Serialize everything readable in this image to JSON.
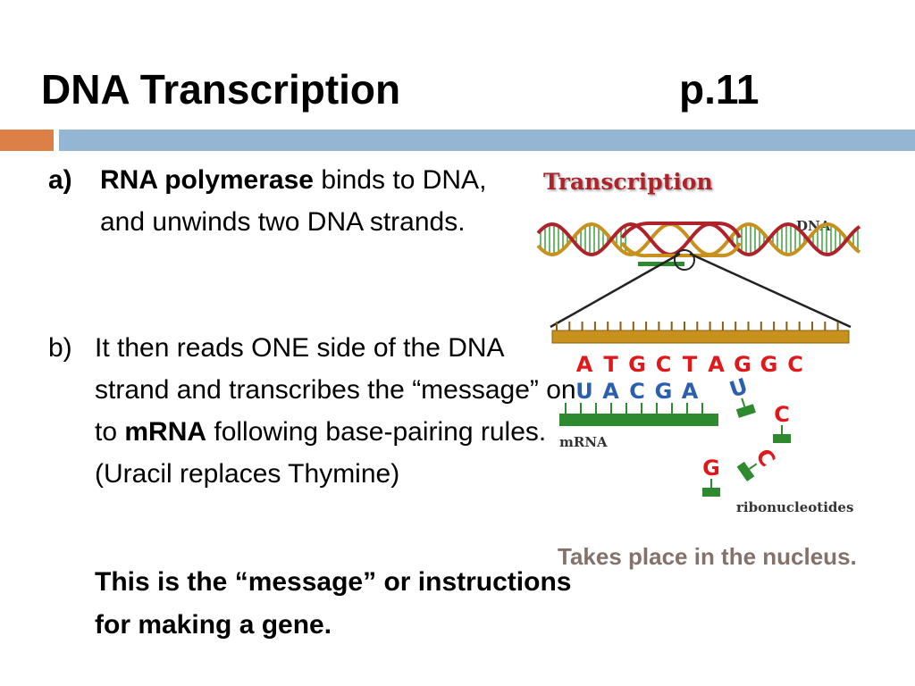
{
  "slide": {
    "title": "DNA Transcription",
    "page": "p.11"
  },
  "colors": {
    "accent_orange": "#dd8047",
    "accent_blue": "#94b6d2",
    "caption": "#84726a",
    "dna_gold": "#c8901c",
    "dna_red": "#b0222a",
    "mrna_green": "#2e8a2e",
    "base_red": "#e0181c",
    "base_blue": "#2a5fb0"
  },
  "points": {
    "a": {
      "marker": "a)",
      "bold_lead": "RNA polymerase",
      "text_1": " binds to DNA, and unwinds two DNA strands."
    },
    "b": {
      "marker": "b)",
      "text_1": "It then reads ONE side of the DNA strand and transcribes the “message” on to ",
      "bold_1": "mRNA",
      "text_2": " following base-pairing rules. (Uracil  replaces Thymine)"
    },
    "emphasis": "This is the “message” or instructions for making a gene."
  },
  "diagram": {
    "title": "Transcription",
    "dna_label": "DNA",
    "dna_template_bases": [
      "A",
      "T",
      "G",
      "C",
      "T",
      "A",
      "G",
      "G",
      "C"
    ],
    "mrna_bases": [
      "U",
      "A",
      "C",
      "G",
      "A"
    ],
    "free_ribonucleotides": [
      "U",
      "C",
      "C",
      "G"
    ],
    "mrna_label": "mRNA",
    "ribonucleotides_label": "ribonucleotides"
  },
  "caption": "Takes place in the nucleus."
}
